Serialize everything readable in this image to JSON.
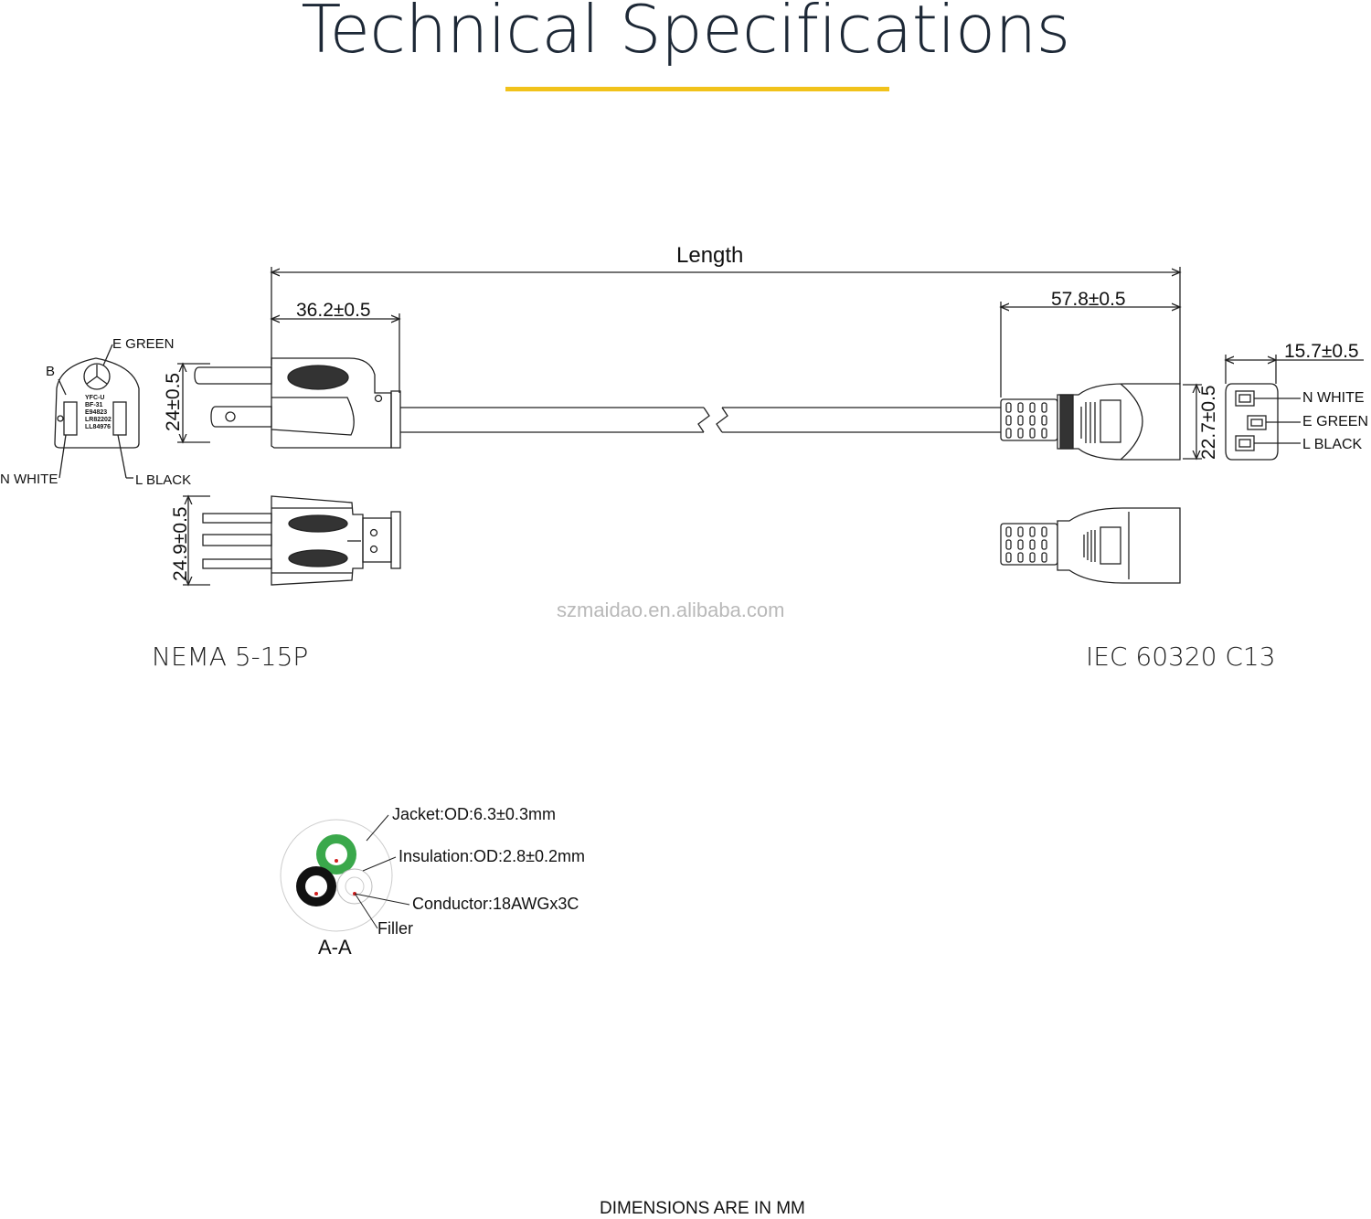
{
  "title": "Technical Specifications",
  "colors": {
    "accent": "#f1c21b",
    "title": "#1d2836",
    "line": "#222222",
    "grip": "#333333",
    "jacket_green": "#3aa84b",
    "jacket_black": "#111111",
    "conductor_red": "#d21e1e"
  },
  "dimensions": {
    "length": "Length",
    "plug_length": "36.2±0.5",
    "plug_height": "24±0.5",
    "plug_width": "24.9±0.5",
    "connector_length": "57.8±0.5",
    "connector_height": "22.7±0.5",
    "connector_face_width": "15.7±0.5"
  },
  "plug_face_labels": {
    "e": "E GREEN",
    "b": "B",
    "n": "N WHITE",
    "l": "L  BLACK"
  },
  "plug_markings": [
    "YFC-U",
    "BF-31",
    "E94823",
    "LR82202",
    "LL84976"
  ],
  "connector_face_labels": {
    "n": "N WHITE",
    "e": "E GREEN",
    "l": "L BLACK"
  },
  "watermark": "szmaidao.en.alibaba.com",
  "connectors": {
    "left": "NEMA 5-15P",
    "right": "IEC 60320 C13"
  },
  "cross_section": {
    "jacket": "Jacket:OD:6.3±0.3mm",
    "insulation": "Insulation:OD:2.8±0.2mm",
    "conductor": "Conductor:18AWGx3C",
    "filler": "Filler",
    "section": "A-A"
  },
  "footer": "DIMENSIONS ARE IN MM"
}
